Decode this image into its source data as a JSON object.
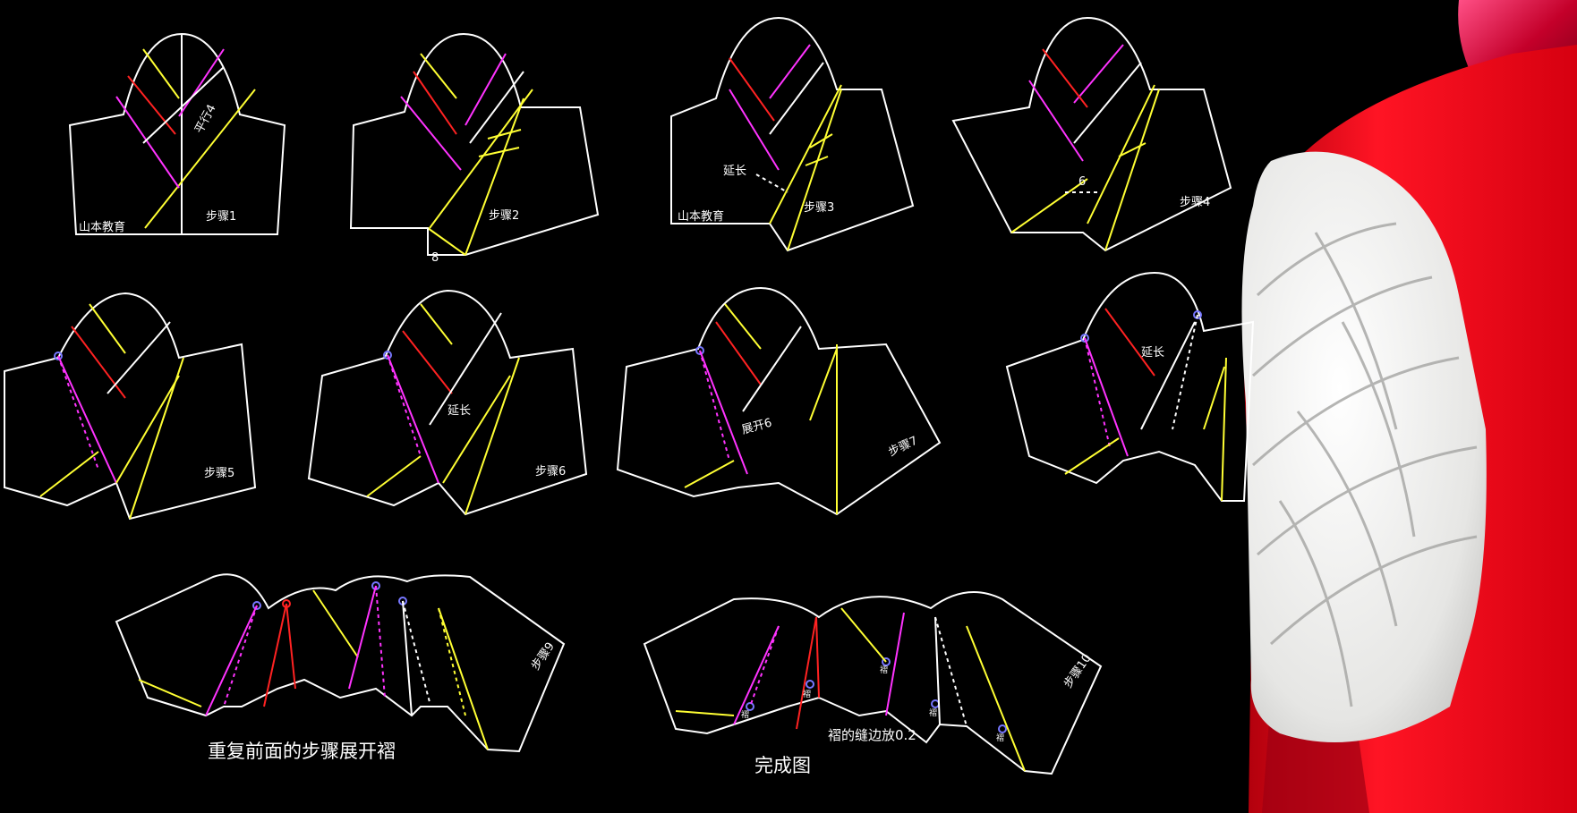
{
  "colors": {
    "background": "#000000",
    "outline": "#ffffff",
    "dart_red": "#ff1a1a",
    "dart_yellow": "#ffff33",
    "dart_magenta": "#ff33ff",
    "point_blue": "#7777ff",
    "garment_red": "#e8101e",
    "sleeve_white": "#f2f2f0"
  },
  "labels": {
    "brand": "山本教育",
    "parallel": "平行4",
    "ext": "延长",
    "expand": "展开6",
    "num8": "8",
    "num6": "6",
    "tiny": "褶",
    "seam": "褶的缝边放0.2",
    "repeat": "重复前面的步骤展开褶",
    "done": "完成图"
  },
  "steps": {
    "s1": "步骤1",
    "s2": "步骤2",
    "s3": "步骤3",
    "s4": "步骤4",
    "s5": "步骤5",
    "s6": "步骤6",
    "s7": "步骤7",
    "s9": "步骤9",
    "s10": "步骤10"
  }
}
